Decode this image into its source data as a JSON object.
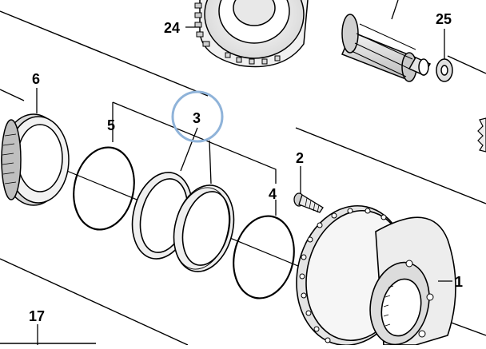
{
  "diagram": {
    "callouts": [
      {
        "id": "callout-24",
        "label": "24"
      },
      {
        "id": "callout-25",
        "label": "25"
      },
      {
        "id": "callout-6",
        "label": "6"
      },
      {
        "id": "callout-5",
        "label": "5"
      },
      {
        "id": "callout-3",
        "label": "3",
        "highlighted": true
      },
      {
        "id": "callout-2",
        "label": "2"
      },
      {
        "id": "callout-4",
        "label": "4"
      },
      {
        "id": "callout-1",
        "label": "1"
      },
      {
        "id": "callout-17",
        "label": "17"
      }
    ],
    "highlight_color": "#8fb3d9"
  }
}
